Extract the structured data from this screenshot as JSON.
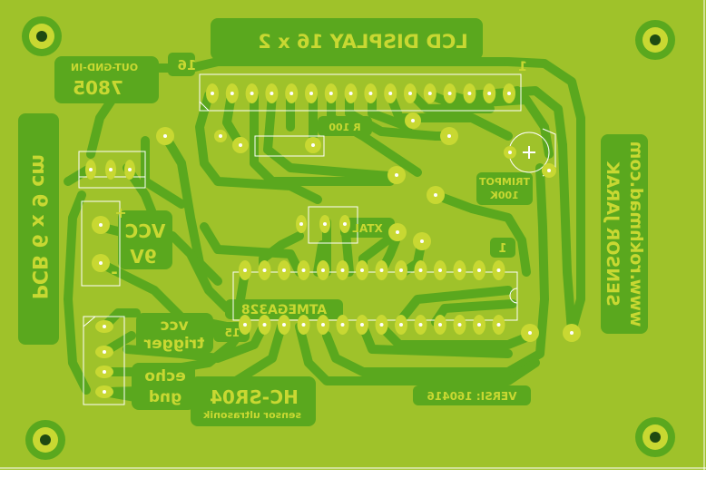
{
  "colors": {
    "board": "#9fc22a",
    "copper": "#5aa81e",
    "pad": "#c8d832",
    "hole": "#1f4a12",
    "silk": "#ffffff"
  },
  "labels": {
    "lcd_title": "LCD DISPLAY 16 x 2",
    "pin16": "16",
    "pin1_top": "1",
    "regulator_pins": "OUT-GND-IN",
    "regulator": "7805",
    "resistor": "R 100",
    "trimpot": "TRIMPOT",
    "trimpot_value": "100K",
    "xtal": "XTAL",
    "mcu": "ATMEGA328",
    "pin15": "15",
    "pin1_mcu": "1",
    "vcc": "VCC",
    "nine_v": "9V",
    "plus": "+",
    "minus": "-",
    "pcb_size": "PCB 6 x 9 cm",
    "sensor_vcc": "vcc",
    "sensor_trigger": "trigger",
    "sensor_echo": "echo",
    "sensor_gnd": "gnd",
    "module": "HC-SR04",
    "module_desc": "sensor ultrasonik",
    "version": "VERSI: 160416",
    "title": "SENSOR JARAK",
    "website": "www.rokhmad.com"
  }
}
